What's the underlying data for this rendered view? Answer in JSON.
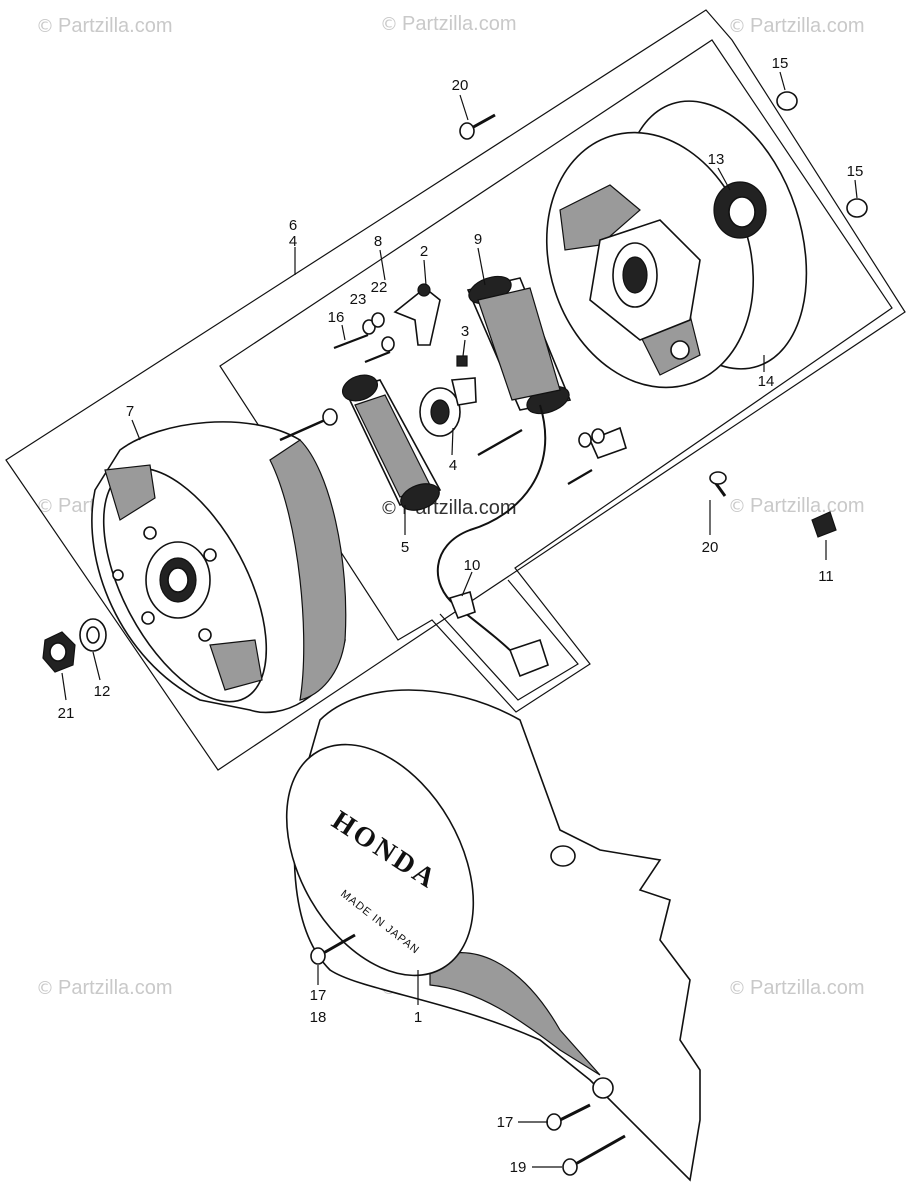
{
  "watermark": {
    "symbol": "©",
    "text": "Partzilla.com"
  },
  "cover_marks": {
    "logo": "HONDA",
    "made_in": "MADE IN JAPAN"
  },
  "callouts": [
    "1",
    "2",
    "3",
    "4",
    "5",
    "6",
    "7",
    "8",
    "9",
    "10",
    "11",
    "12",
    "13",
    "14",
    "15",
    "16",
    "17",
    "18",
    "19",
    "20",
    "21",
    "22",
    "23"
  ],
  "colors": {
    "line": "#111111",
    "watermark": "#c9c9c9",
    "background": "#ffffff"
  }
}
